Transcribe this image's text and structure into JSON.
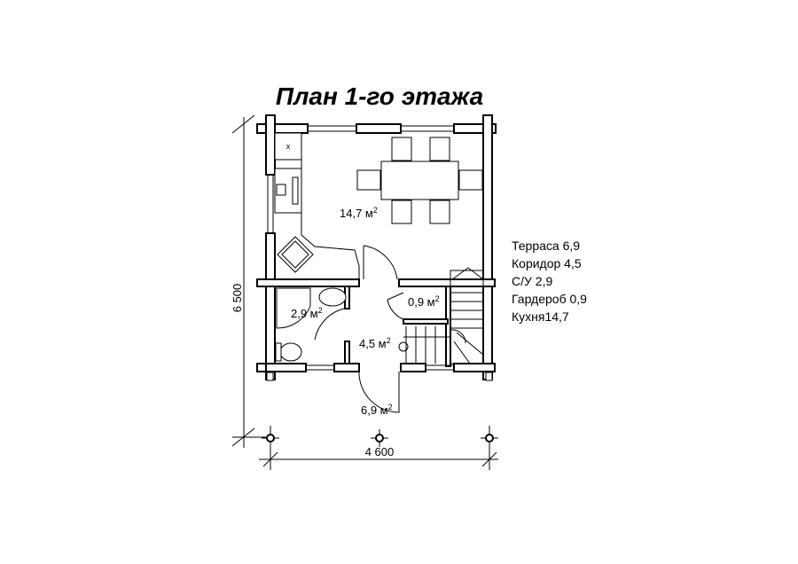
{
  "title": "План 1-го этажа",
  "dimensions": {
    "height": "6 500",
    "width": "4 600"
  },
  "rooms": [
    {
      "name": "kitchen",
      "area": "14,7 м",
      "sup": "2"
    },
    {
      "name": "bathroom",
      "area": "2,9 м",
      "sup": "2"
    },
    {
      "name": "wardrobe",
      "area": "0,9 м",
      "sup": "2"
    },
    {
      "name": "corridor",
      "area": "4,5 м",
      "sup": "2"
    },
    {
      "name": "terrace",
      "area": "6,9 м",
      "sup": "2"
    }
  ],
  "legend": [
    "Терраса 6,9",
    "Коридор 4,5",
    "С/У 2,9",
    "Гардероб 0,9",
    "Кухня14,7"
  ],
  "stove_mark": "x"
}
